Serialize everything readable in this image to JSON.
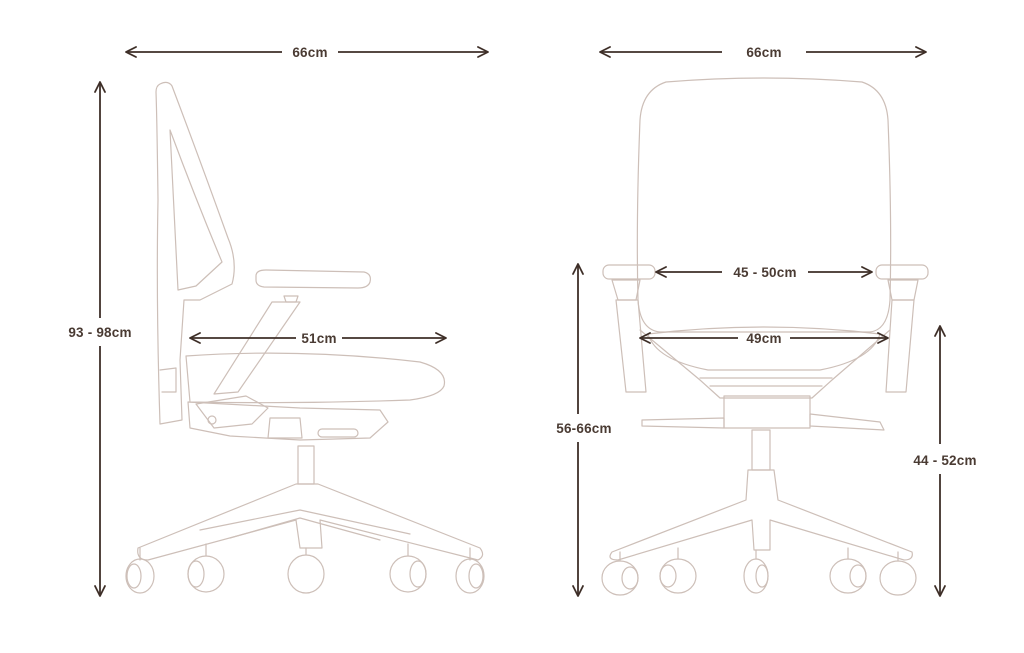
{
  "colors": {
    "dimension": "#3e2f28",
    "dimension_text": "#4a3b33",
    "outline": "#cdbfb8",
    "background": "#ffffff"
  },
  "side_view": {
    "width_label": "66cm",
    "height_label": "93 - 98cm",
    "seat_depth_label": "51cm"
  },
  "front_view": {
    "width_label": "66cm",
    "armrest_width_label": "45 - 50cm",
    "seat_width_label": "49cm",
    "armrest_height_label": "56-66cm",
    "seat_height_label": "44 - 52cm"
  }
}
